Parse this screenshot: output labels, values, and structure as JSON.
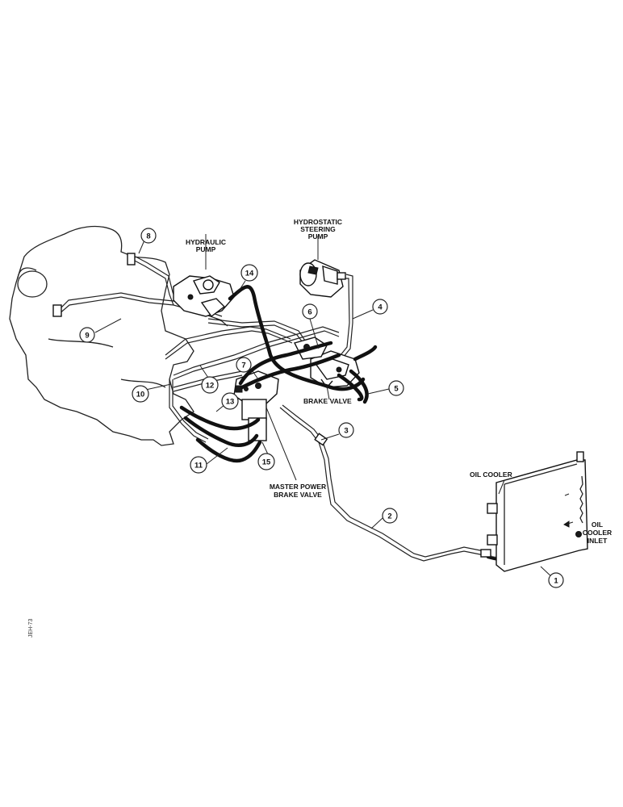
{
  "labels": {
    "hydrostatic_steering_pump": [
      "HYDROSTATIC",
      "STEERING",
      "PUMP"
    ],
    "hydraulic_pump": [
      "HYDRAULIC",
      "PUMP"
    ],
    "brake_valve": "BRAKE VALVE",
    "master_power_brake_valve": [
      "MASTER POWER",
      "BRAKE VALVE"
    ],
    "oil_cooler": "OIL COOLER",
    "oil_cooler_inlet": [
      "OIL",
      "COOLER",
      "INLET"
    ]
  },
  "callouts": [
    "1",
    "2",
    "3",
    "4",
    "5",
    "6",
    "7",
    "8",
    "9",
    "10",
    "11",
    "12",
    "13",
    "14",
    "15"
  ],
  "side_code": "JEH-73"
}
